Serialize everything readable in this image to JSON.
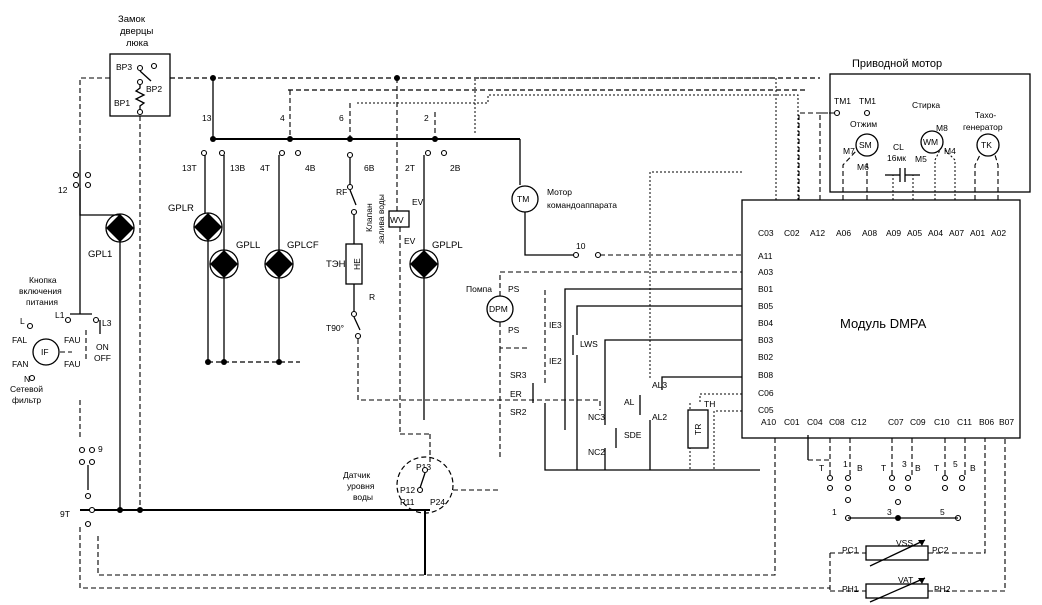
{
  "door_lock": {
    "title_1": "Замок",
    "title_2": "дверцы",
    "title_3": "люка",
    "bp3": "BP3",
    "bp2": "BP2",
    "bp1": "BP1"
  },
  "drive_motor": {
    "title": "Приводной мотор",
    "tm1a": "TM1",
    "tm1b": "TM1",
    "spin": "Отжим",
    "wash": "Стирка",
    "tacho_1": "Тахо-",
    "tacho_2": "генератор",
    "sm": "SM",
    "wm": "WM",
    "tk": "TK",
    "cl": "CL",
    "cap": "16мк",
    "m7": "M7",
    "m6": "M6",
    "m8": "M8",
    "m5": "M5",
    "m4": "M4"
  },
  "module": {
    "title": "Модуль DMPA"
  },
  "pins_top": [
    "C03",
    "C02",
    "A12",
    "A06",
    "A08",
    "A09",
    "A05",
    "A04",
    "A07",
    "A01",
    "A02"
  ],
  "pins_left": [
    "A11",
    "A03",
    "B01",
    "B05",
    "B04",
    "B03",
    "B02",
    "B08",
    "C06",
    "C05"
  ],
  "pins_bottom": [
    "A10",
    "C01",
    "C04",
    "C08",
    "C12",
    "C07",
    "C09",
    "C10",
    "C11",
    "B06",
    "B07"
  ],
  "program_switch": {
    "n13": "13",
    "n4": "4",
    "n6": "6",
    "n2": "2",
    "n13t": "13T",
    "n13b": "13B",
    "n4t": "4T",
    "n4b": "4B",
    "n6b": "6B",
    "n2t": "2T",
    "n2b": "2B",
    "n12": "12",
    "n9": "9",
    "n9t": "9T",
    "n10": "10"
  },
  "lamps": {
    "gpl1": "GPL1",
    "gplr": "GPLR",
    "gpll": "GPLL",
    "gplcf": "GPLCF",
    "gplpl": "GPLPL"
  },
  "heater": {
    "rf": "RF",
    "teh": "ТЭН",
    "he": "HE",
    "r": "R",
    "t90": "T90°"
  },
  "valve": {
    "label_1": "Клапан",
    "label_2": "залива воды",
    "wv": "WV",
    "ev1": "EV",
    "ev2": "EV"
  },
  "timer_motor": {
    "tm": "TM",
    "label_1": "Мотор",
    "label_2": "командоаппарата"
  },
  "pump": {
    "label": "Помпа",
    "dpm": "DPM",
    "ps1": "PS",
    "ps2": "PS"
  },
  "power_button": {
    "title_1": "Кнопка",
    "title_2": "включения",
    "title_3": "питания",
    "l1": "L1",
    "l3": "L3",
    "on": "ON",
    "off": "OFF"
  },
  "filter": {
    "l": "L",
    "fal": "FAL",
    "fan": "FAN",
    "n": "N",
    "fau1": "FAU",
    "fau2": "FAU",
    "if": "IF",
    "label_1": "Сетевой",
    "label_2": "фильтр"
  },
  "sensors": {
    "ie3": "IE3",
    "ie2": "IE2",
    "lws": "LWS",
    "sr3": "SR3",
    "sr2": "SR2",
    "er": "ER",
    "nc3": "NC3",
    "nc2": "NC2",
    "sde": "SDE",
    "al3": "AL3",
    "al2": "AL2",
    "al": "AL",
    "th": "TH",
    "tr": "TR"
  },
  "level_sensor": {
    "label_1": "Датчик",
    "label_2": "уровня",
    "label_3": "воды",
    "p13": "P13",
    "p12": "P12",
    "p11": "P11",
    "p24": "P24"
  },
  "selectors": {
    "t1": "T",
    "n1": "1",
    "b1": "B",
    "t3": "T",
    "n3": "3",
    "b3": "B",
    "t5": "T",
    "n5": "5",
    "b5": "B",
    "c1": "1",
    "c3": "3",
    "c5": "5"
  },
  "pots": {
    "vss": "VSS",
    "pc1": "PC1",
    "pc2": "PC2",
    "vat": "VAT",
    "ph1": "PH1",
    "ph2": "PH2"
  }
}
